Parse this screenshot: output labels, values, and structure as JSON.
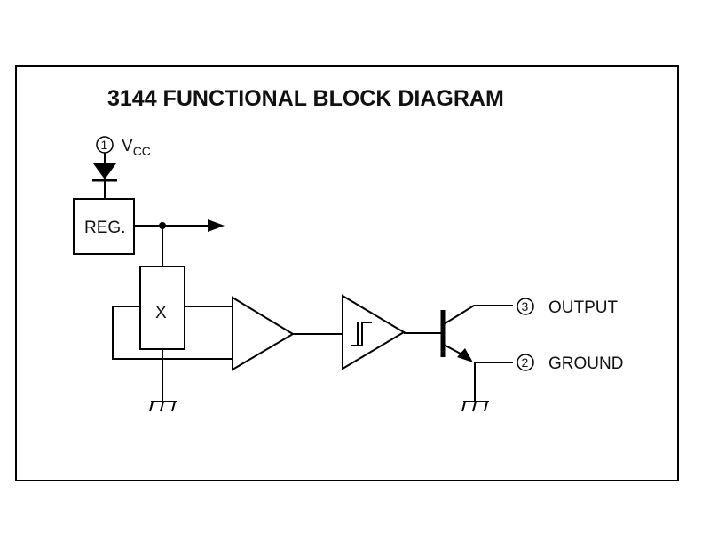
{
  "diagram": {
    "title": "3144 FUNCTIONAL BLOCK DIAGRAM",
    "supply": {
      "pin": "1",
      "label_main": "V",
      "label_sub": "CC"
    },
    "blocks": {
      "regulator": "REG.",
      "hall_element": "X",
      "amplifier": "",
      "schmitt_trigger": ""
    },
    "pins": [
      {
        "number": "3",
        "label": "OUTPUT"
      },
      {
        "number": "2",
        "label": "GROUND"
      }
    ],
    "colors": {
      "line": "#000000",
      "background": "#ffffff"
    }
  }
}
